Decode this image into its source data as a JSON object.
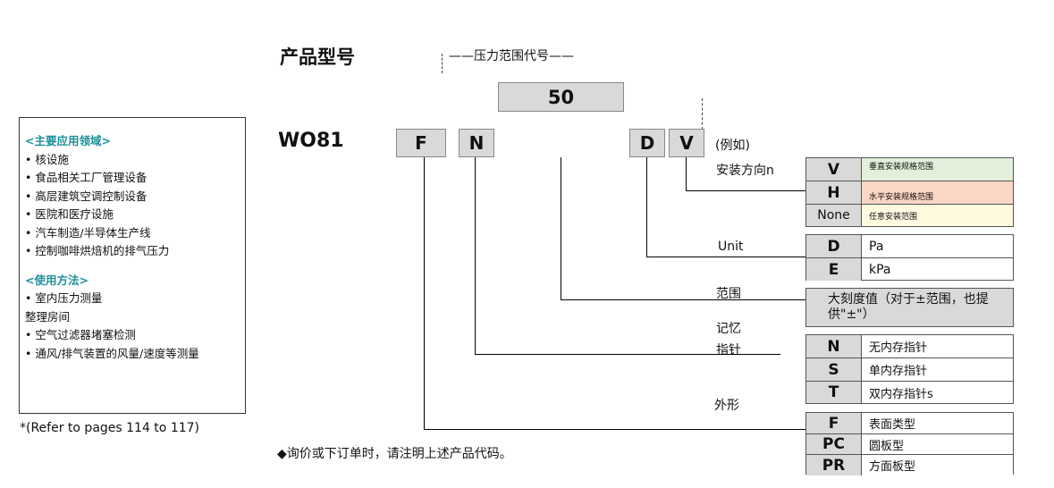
{
  "title": "产品型号",
  "range_label": "——压力范围代号——",
  "range_code": "50",
  "model": "WO81",
  "codes": {
    "f": "F",
    "n": "N",
    "d": "D",
    "v": "V",
    "example": "(例如)"
  },
  "labels": {
    "mount": "安装方向n",
    "unit": "Unit",
    "range": "范围",
    "memory1": "记忆",
    "memory2": "指针",
    "shape": "外形"
  },
  "panel": {
    "heading1": "<主要应用领域>",
    "items1": [
      "• 核设施",
      "• 食品相关工厂管理设备",
      "• 高层建筑空调控制设备",
      "• 医院和医疗设施",
      "• 汽车制造/半导体生产线",
      "• 控制咖啡烘焙机的排气压力"
    ],
    "heading2": "<使用方法>",
    "items2": [
      "• 室内压力测量",
      "整理房间",
      "• 空气过滤器堵塞检测",
      "• 通风/排气装置的风量/速度等测量"
    ]
  },
  "refer": "*(Refer to pages 114 to 117)",
  "note": "◆询价或下订单时，请注明上述产品代码。",
  "mount_table": [
    {
      "code": "V",
      "desc": "垂直安装规格范围",
      "color": "#e2efda"
    },
    {
      "code": "H",
      "desc": "水平安装规格范围",
      "color": "#fbd5c5"
    },
    {
      "code": "None",
      "desc": "任意安装范围",
      "color": "#fff9e0"
    }
  ],
  "unit_table": [
    {
      "code": "D",
      "desc": "Pa"
    },
    {
      "code": "E",
      "desc": "kPa"
    }
  ],
  "range_desc": "大刻度值（对于±范围，也提供\"±\"）",
  "memory_table": [
    {
      "code": "N",
      "desc": "无内存指针"
    },
    {
      "code": "S",
      "desc": "单内存指针"
    },
    {
      "code": "T",
      "desc": "双内存指针s"
    }
  ],
  "shape_table": [
    {
      "code": "F",
      "desc": "表面类型"
    },
    {
      "code": "PC",
      "desc": "圆板型"
    },
    {
      "code": "PR",
      "desc": "方面板型"
    }
  ]
}
